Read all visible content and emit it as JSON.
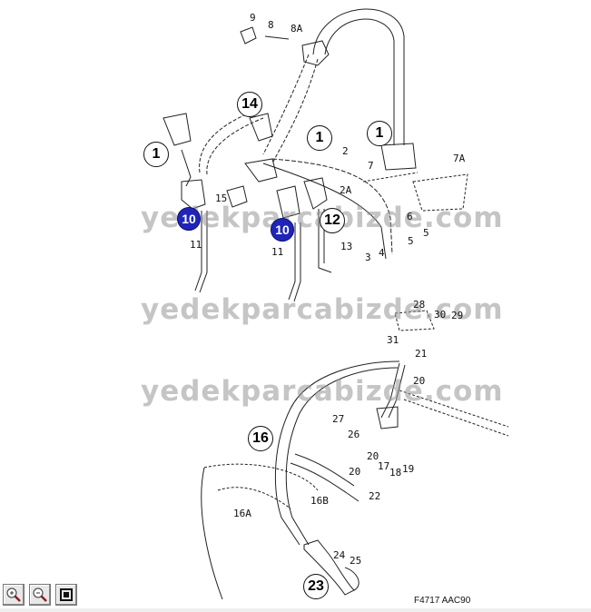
{
  "diagram": {
    "figure_code": "F4717 AAC90",
    "watermark": "yedekparcabizde.com",
    "callouts": {
      "c1a": "1",
      "c14": "14",
      "c1b": "1",
      "c1c": "1",
      "c10a": "10",
      "c10b": "10",
      "c12": "12",
      "c16": "16",
      "c23": "23"
    },
    "labels": {
      "l9": "9",
      "l8": "8",
      "l8A": "8A",
      "l2": "2",
      "l7": "7",
      "l7A": "7A",
      "l15": "15",
      "l2A": "2A",
      "l6": "6",
      "l5a": "5",
      "l5b": "5",
      "l13": "13",
      "l3": "3",
      "l4": "4",
      "l11a": "11",
      "l11b": "11",
      "l28": "28",
      "l30": "30",
      "l29": "29",
      "l31": "31",
      "l21": "21",
      "l20a": "20",
      "l27": "27",
      "l26": "26",
      "l20b": "20",
      "l17": "17",
      "l18": "18",
      "l19": "19",
      "l20c": "20",
      "l22": "22",
      "l16B": "16B",
      "l16A": "16A",
      "l24": "24",
      "l25": "25"
    }
  },
  "toolbar": {
    "zoom_in": "zoom-in-icon",
    "zoom_out": "zoom-out-icon",
    "fit": "fit-icon"
  }
}
